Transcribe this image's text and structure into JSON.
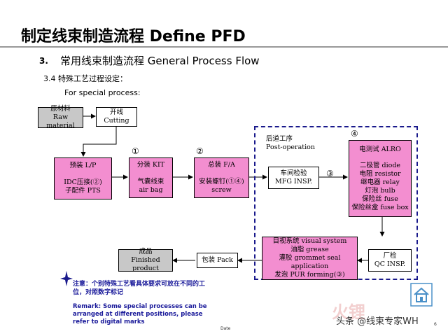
{
  "header": {
    "title": "制定线束制造流程 Define PFD",
    "section_number": "3.",
    "section_title": "常用线束制造流程 General Process Flow",
    "subsection": "3.4    特殊工艺过程设定：",
    "for_special": "For special process:"
  },
  "boxes": {
    "raw_material": [
      "原材料",
      "Raw material"
    ],
    "cutting": [
      "开线",
      "Cutting"
    ],
    "preassembly": [
      "预装 L/P",
      "",
      "IDC压接(②)",
      "子配件 PTS"
    ],
    "kit": [
      "分装 KIT",
      "",
      "气囊线束",
      "air bag"
    ],
    "fa": [
      "总装 F/A",
      "",
      "安装螺钉(①④)",
      "screw"
    ],
    "mfg_insp": [
      "车间检验",
      "MFG INSP."
    ],
    "elec_test": [
      "电测试 ALRO",
      "",
      "二极管 diode",
      "电阻 resistor",
      "继电器 relay",
      "灯泡 bulb",
      "保险丝 fuse",
      "保险丝盒 fuse box"
    ],
    "qc_insp": [
      "厂检",
      "QC INSP."
    ],
    "visual": [
      "目视系统 visual system",
      "油脂 grease",
      "灌胶 grommet seal application",
      "发泡 PUR forming(③)"
    ],
    "pack": [
      "包装 Pack"
    ],
    "finished": [
      "成品",
      "Finished product"
    ]
  },
  "post_operation": [
    "后道工序",
    "Post-operation"
  ],
  "markers": {
    "m1": "①",
    "m2": "②",
    "m3": "③",
    "m4": "④"
  },
  "note_cn": "注意：个别特殊工艺看具体要求可放在不同的工位，对照数字标记",
  "remark": "Remark: Some special processes can be arranged at different positions, please refer to digital marks",
  "footer": {
    "date": "Date",
    "page": "6"
  },
  "watermark": "头条 @线束专家WH",
  "watermark_logo": "火锂"
}
